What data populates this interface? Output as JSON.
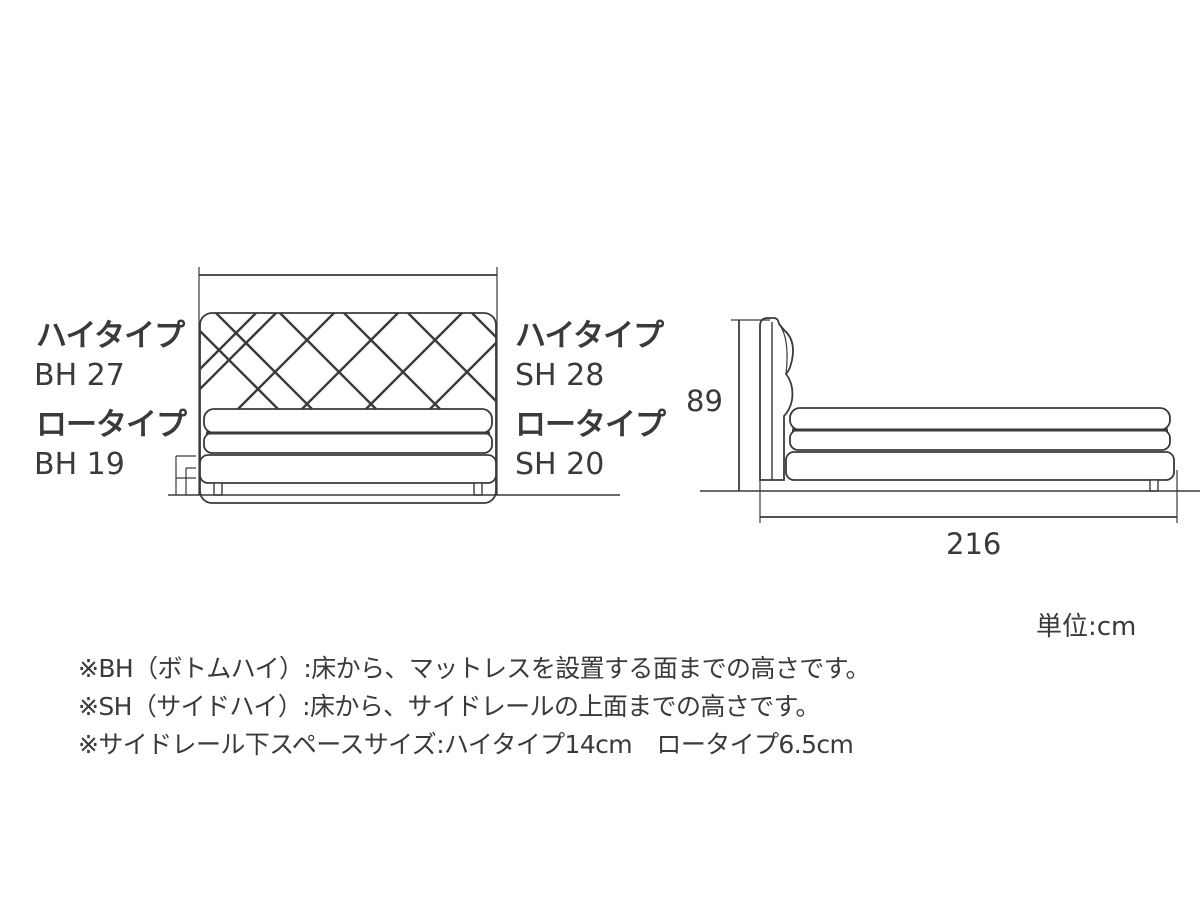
{
  "front_view": {
    "high_type": {
      "name": "ハイタイプ",
      "bh": "BH 27",
      "sh": "SH 28"
    },
    "low_type": {
      "name": "ロータイプ",
      "bh": "BH 19",
      "sh": "SH 20"
    }
  },
  "side_view": {
    "height": "89",
    "length": "216"
  },
  "unit_label": "単位:cm",
  "notes": [
    "※BH（ボトムハイ）:床から、マットレスを設置する面までの高さです。",
    "※SH（サイドハイ）:床から、サイドレールの上面までの高さです。",
    "※サイドレール下スペースサイズ:ハイタイプ14cm　ロータイプ6.5cm"
  ]
}
